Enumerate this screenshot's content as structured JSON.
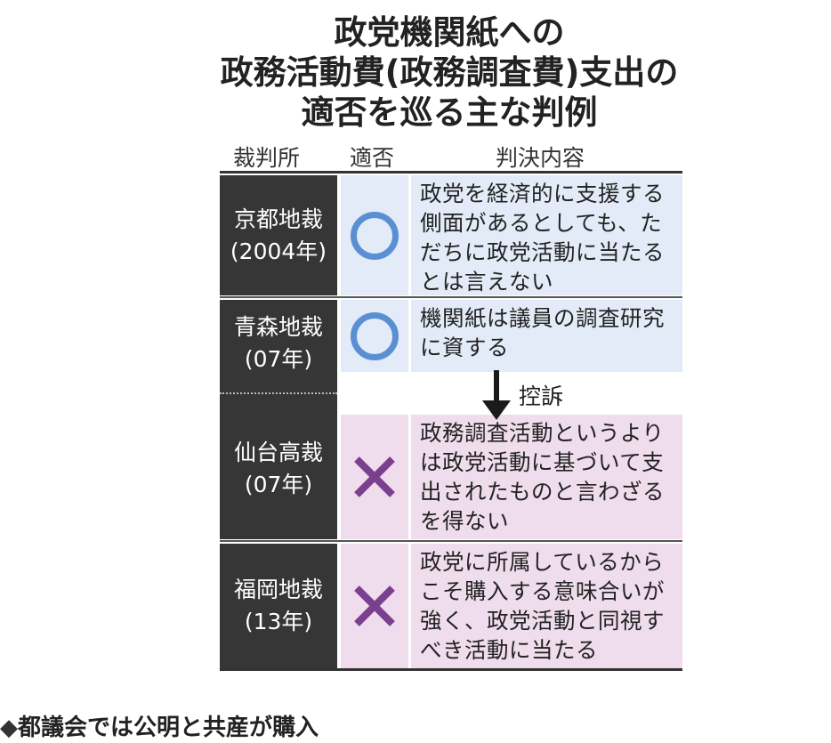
{
  "title": {
    "line1": "政党機関紙への",
    "line2": "政務活動費(政務調査費)支出の",
    "line3": "適否を巡る主な判例"
  },
  "columns": {
    "court": "裁判所",
    "verdict": "適否",
    "content": "判決内容"
  },
  "rows": [
    {
      "court": "京都地裁",
      "year": "(2004年)",
      "verdict": "circle-icon",
      "text": "政党を経済的に支援する側面があるとしても、ただちに政党活動に当たるとは言えない"
    },
    {
      "court": "青森地裁",
      "year": "(07年)",
      "verdict": "circle-icon",
      "text": "機関紙は議員の調査研究に資する"
    },
    {
      "court": "仙台高裁",
      "year": "(07年)",
      "verdict": "cross-icon",
      "text": "政務調査活動というよりは政党活動に基づいて支出されたものと言わざるを得ない"
    },
    {
      "court": "福岡地裁",
      "year": "(13年)",
      "verdict": "cross-icon",
      "text": "政党に所属しているからこそ購入する意味合いが強く、政党活動と同視すべき活動に当たる"
    }
  ],
  "appeal_label": "控訴",
  "footnote": {
    "bullet": "◆",
    "text": "都議会では公明と共産が購入"
  },
  "colors": {
    "court_bg": "#363636",
    "approve_bg": "#e2ebf7",
    "reject_bg": "#efdcec",
    "circle": "#5b8fd3",
    "cross": "#7a3f8f"
  }
}
